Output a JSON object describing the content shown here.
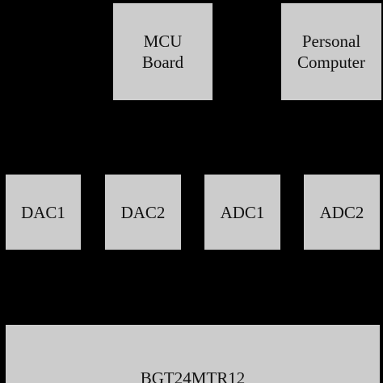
{
  "blocks": {
    "mcu": {
      "line1": "MCU",
      "line2": "Board"
    },
    "pc": {
      "line1": "Personal",
      "line2": "Computer"
    },
    "dac1": {
      "label": "DAC1"
    },
    "dac2": {
      "label": "DAC2"
    },
    "adc1": {
      "label": "ADC1"
    },
    "adc2": {
      "label": "ADC2"
    },
    "bgt": {
      "label": "BGT24MTR12"
    }
  },
  "colors": {
    "background": "#000000",
    "block_fill": "#cccccc",
    "text": "#111111"
  }
}
